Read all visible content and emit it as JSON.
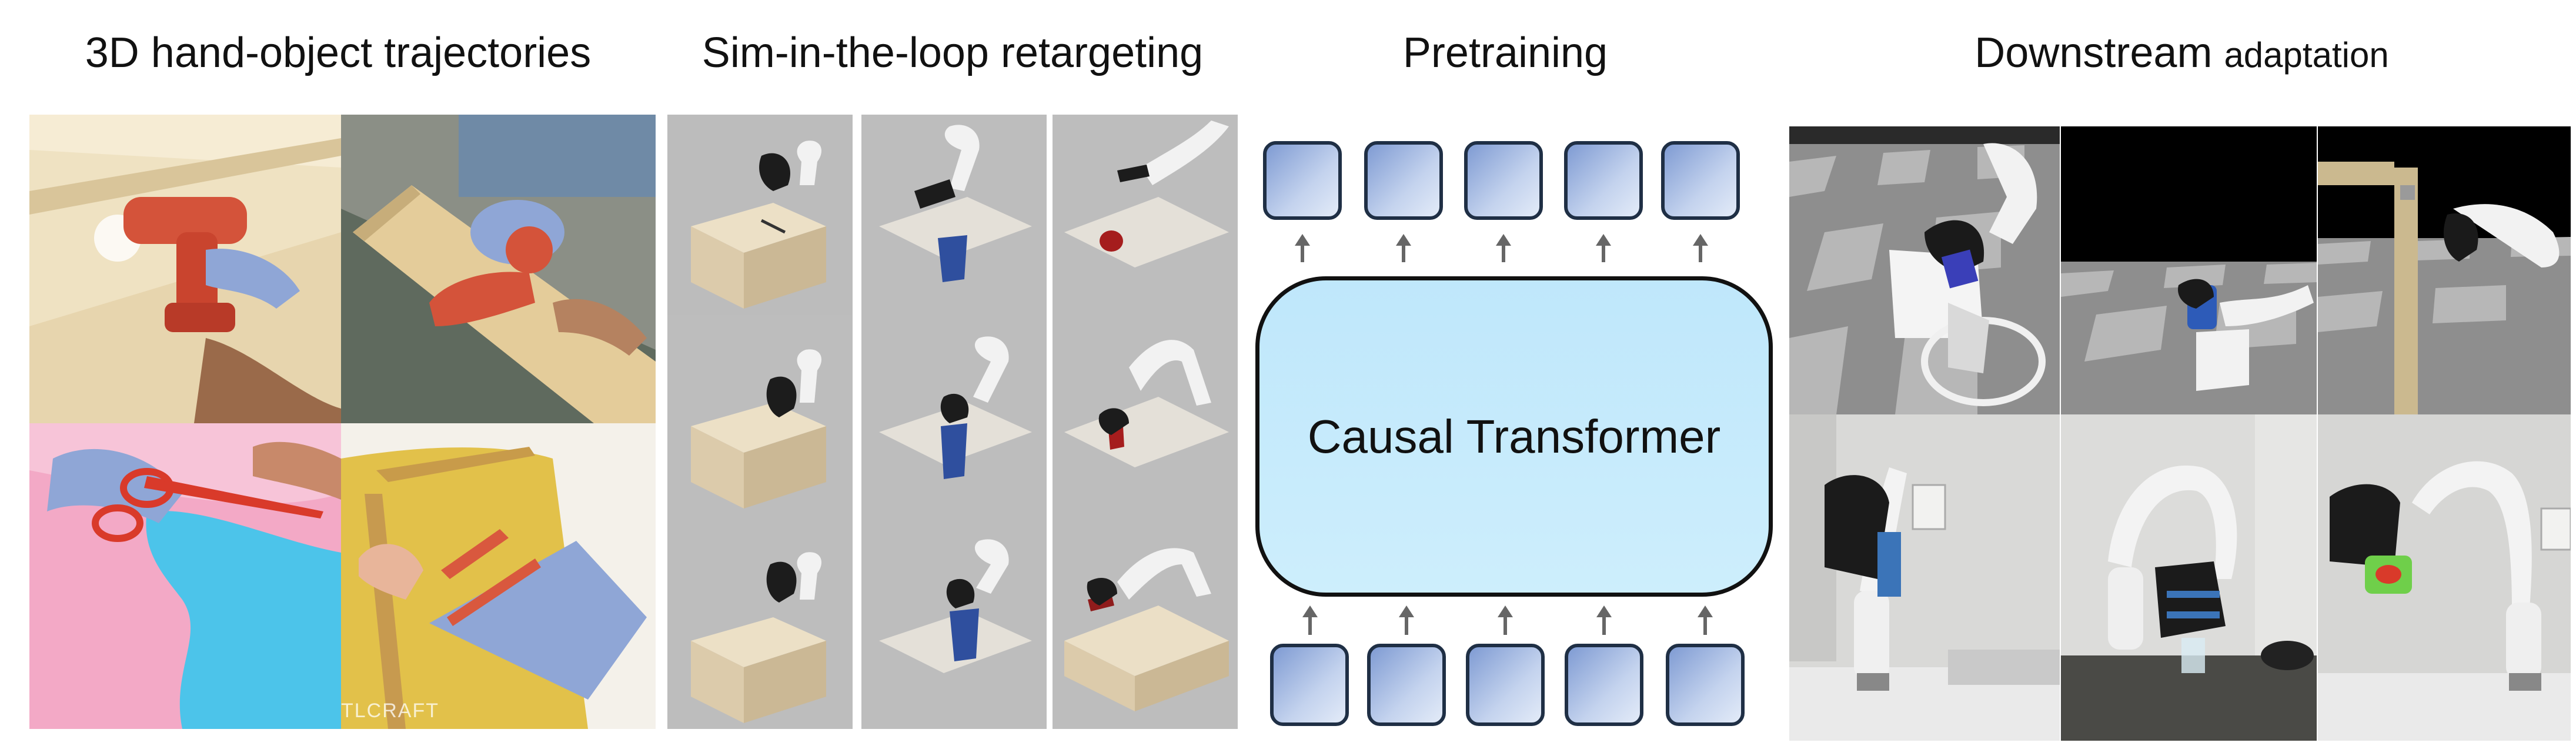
{
  "sections": {
    "trajectories": {
      "title": "3D hand-object trajectories",
      "watermark": "TLCRAFT"
    },
    "retargeting": {
      "title": "Sim-in-the-loop retargeting"
    },
    "pretraining": {
      "title": "Pretraining",
      "model_label": "Causal Transformer",
      "output_tokens": 5,
      "input_tokens": 5
    },
    "downstream": {
      "title_main": "Downstream",
      "title_small": "adaptation"
    }
  },
  "colors": {
    "token_fill": "#a9bde6",
    "token_border": "#1f2f45",
    "transformer_fill": "#c6ebfb",
    "arrow": "#666666",
    "hand_mesh": "#8fa6d6",
    "sim_background": "#bdbdbd"
  }
}
